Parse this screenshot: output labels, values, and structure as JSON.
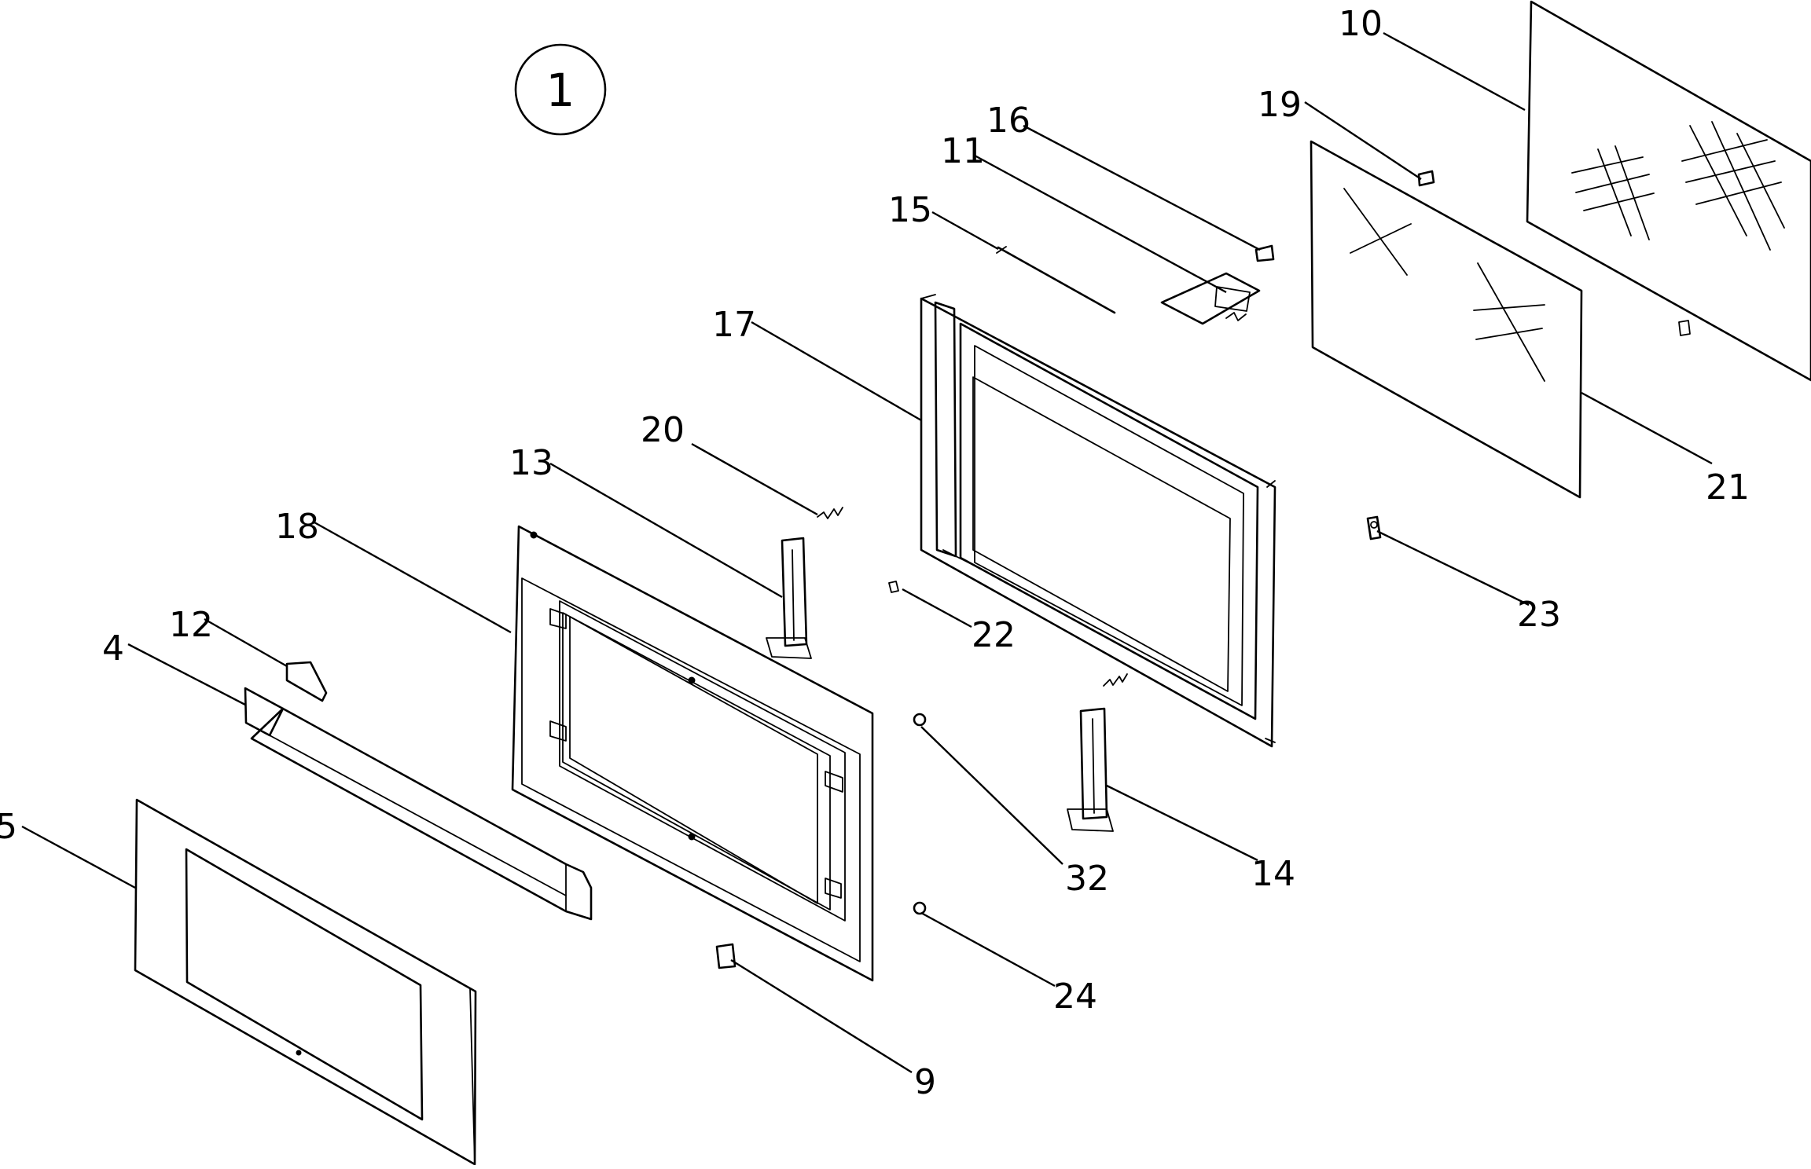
{
  "diagram": {
    "view_number": "1",
    "callouts": [
      "10",
      "19",
      "16",
      "11",
      "15",
      "17",
      "20",
      "13",
      "18",
      "12",
      "4",
      "5",
      "22",
      "21",
      "23",
      "32",
      "14",
      "24",
      "9"
    ]
  }
}
